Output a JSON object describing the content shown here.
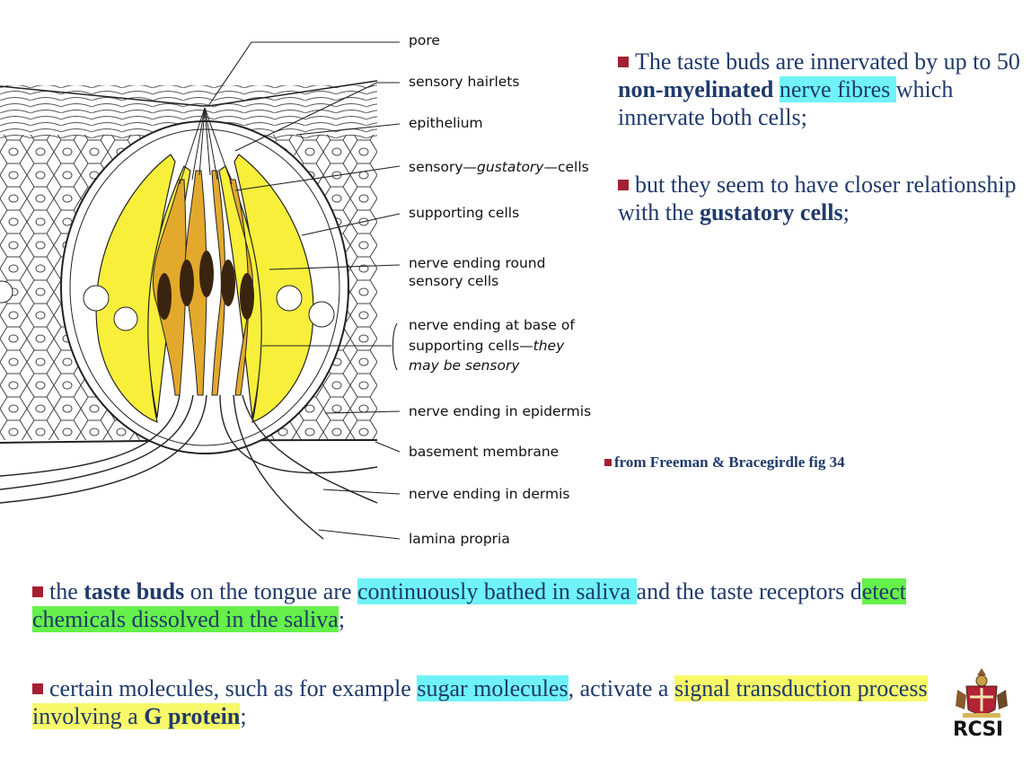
{
  "diagram": {
    "labels": {
      "pore": "pore",
      "hairlets": "sensory hairlets",
      "epithelium": "epithelium",
      "gustatory_a": "sensory—",
      "gustatory_b": "gustatory",
      "gustatory_c": "—cells",
      "supporting": "supporting cells",
      "nerve_round_1": "nerve ending round",
      "nerve_round_2": "sensory cells",
      "nerve_base_1": "nerve ending at base of",
      "nerve_base_2a": "supporting cells—",
      "nerve_base_2b": "they",
      "nerve_base_3": "may be sensory",
      "epidermis": "nerve ending in epidermis",
      "basement": "basement membrane",
      "dermis": "nerve ending in dermis",
      "lamina": "lamina propria"
    },
    "colors": {
      "support_cell": "#f7ef3a",
      "gustatory_cell": "#e3a92d",
      "nucleus": "#3a2410"
    }
  },
  "bullets": {
    "b1_pre": "The taste buds are innervated by up to 50 ",
    "b1_bold": "non-myelinated",
    "b1_space": " ",
    "b1_hl": "nerve fibres ",
    "b1_post": "which innervate both cells;",
    "b2_pre": "but they seem to have closer relationship with the ",
    "b2_bold": "gustatory cells",
    "b2_post": ";",
    "citation": "from Freeman & Bracegirdle fig 34",
    "b3_a": "the ",
    "b3_bold": "taste buds",
    "b3_b": " on the tongue are ",
    "b3_hl1": "continuously bathed in saliva ",
    "b3_c": "and the taste receptors d",
    "b3_hl2": "etect chemicals dissolved in the saliva",
    "b3_d": ";",
    "b4_a": "certain molecules, such as for example ",
    "b4_hl1": "sugar molecules",
    "b4_b": ", activate a ",
    "b4_hl2": "signal transduction process involving a ",
    "b4_bold": "G protein",
    "b4_c": ";"
  },
  "logo": {
    "text": "RCSI"
  },
  "highlight_colors": {
    "cyan": "#6ff3f6",
    "green": "#66f04a",
    "yellow": "#f8f96a",
    "bullet": "#a31f34"
  }
}
